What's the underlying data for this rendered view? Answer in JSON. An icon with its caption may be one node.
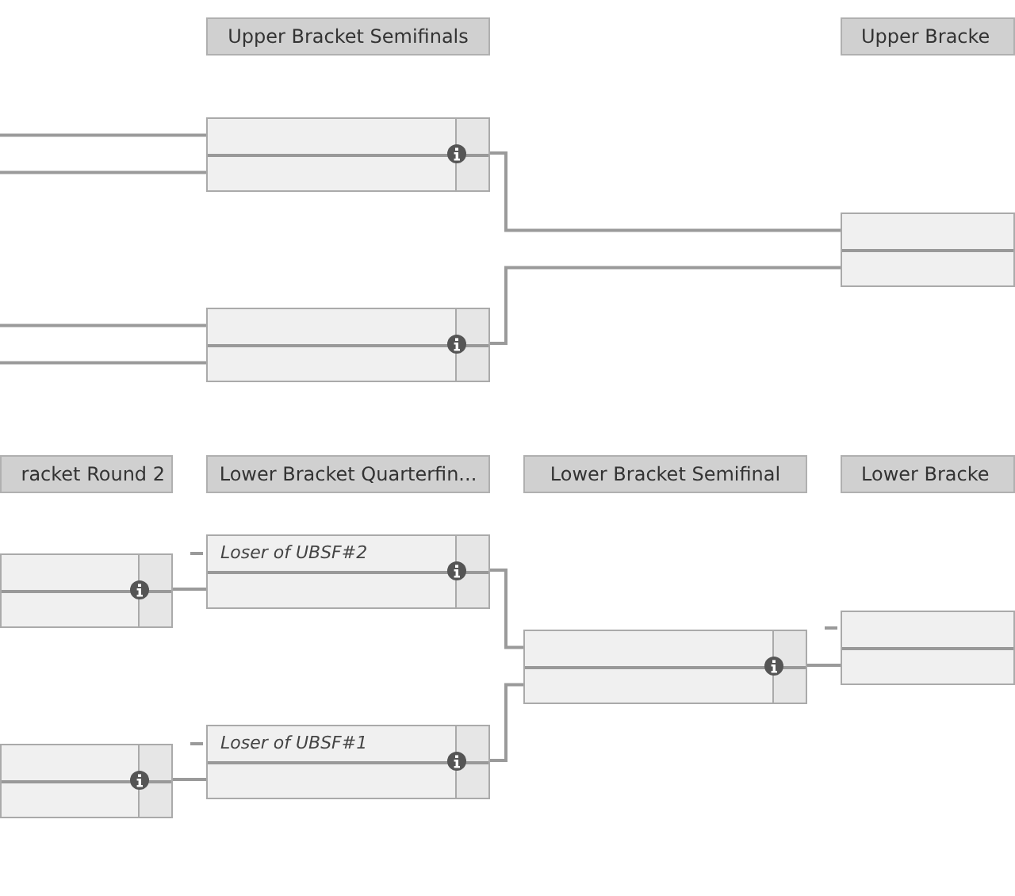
{
  "diagram": {
    "nodes": [
      {
        "text": [
          "Upper Bracket Semifinals"
        ]
      },
      {
        "text": [
          "Upper Bracke"
        ]
      },
      {
        "text": [],
        "shape": "box"
      },
      {
        "text": [],
        "shape": "box"
      },
      {
        "text": [],
        "shape": "box"
      },
      {
        "text": [
          "racket Round 2"
        ]
      },
      {
        "text": [
          "Lower Bracket Quarterfin..."
        ]
      },
      {
        "text": [
          "Lower Bracket Semifinal"
        ]
      },
      {
        "text": [
          "Lower Bracke"
        ]
      },
      {
        "text": [
          "Loser of UBSF#2"
        ]
      },
      {
        "text": [],
        "shape": "box"
      },
      {
        "text": [],
        "shape": "box"
      },
      {
        "text": [],
        "shape": "box"
      },
      {
        "text": [
          "Loser of UBSF#1"
        ]
      },
      {
        "text": [],
        "shape": "box"
      }
    ],
    "edges": [
      {
        "from": null,
        "to": 2,
        "arrow": "none"
      },
      {
        "from": null,
        "to": 2,
        "arrow": "none"
      },
      {
        "from": null,
        "to": 4,
        "arrow": "none"
      },
      {
        "from": null,
        "to": 4,
        "arrow": "none"
      },
      {
        "from": 2,
        "to": 3,
        "arrow": "none"
      },
      {
        "from": 4,
        "to": 3,
        "arrow": "none"
      },
      {
        "from": 10,
        "to": 9,
        "arrow": "none"
      },
      {
        "from": 14,
        "to": 13,
        "arrow": "none"
      },
      {
        "from": 9,
        "to": 12,
        "arrow": "none"
      },
      {
        "from": 13,
        "to": 12,
        "arrow": "none"
      },
      {
        "from": 12,
        "to": 11,
        "arrow": "none"
      }
    ]
  }
}
